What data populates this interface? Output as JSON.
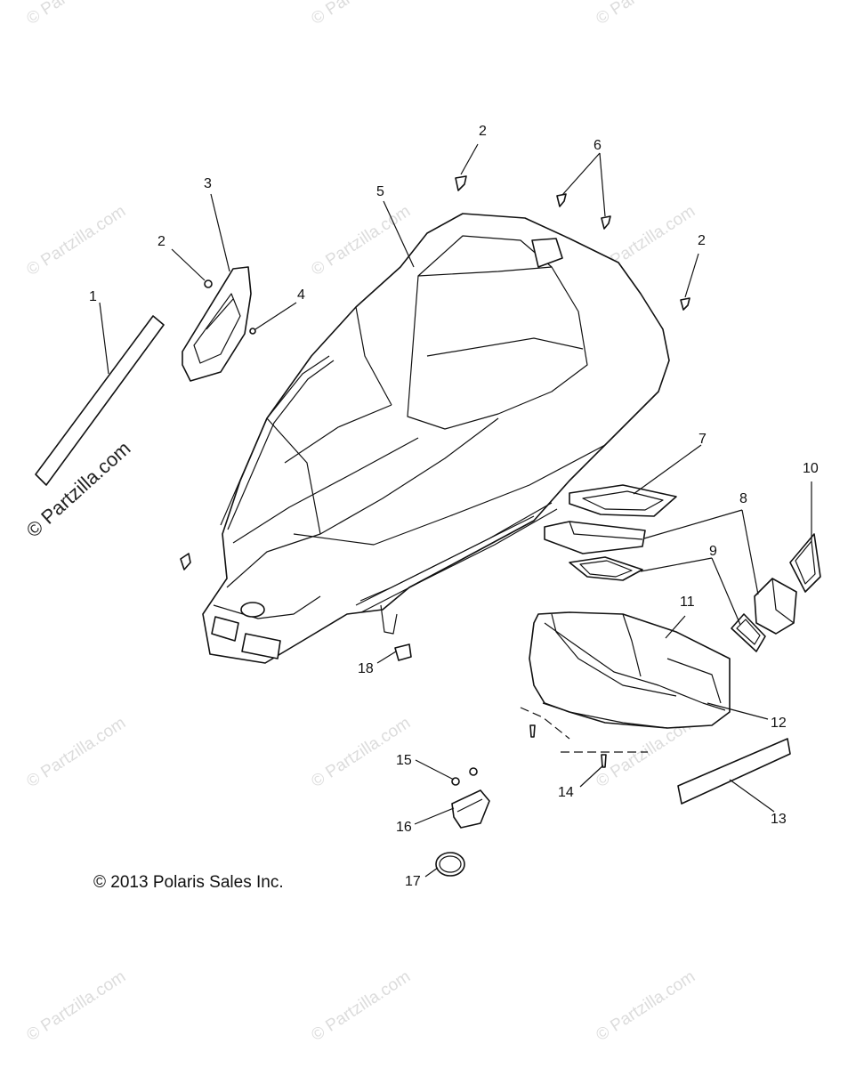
{
  "watermark": {
    "text": "© Partzilla.com",
    "prominent_text": "© Partzilla.com"
  },
  "copyright": "© 2013 Polaris Sales Inc.",
  "callouts": [
    "1",
    "2",
    "2",
    "2",
    "3",
    "4",
    "5",
    "6",
    "7",
    "8",
    "9",
    "10",
    "11",
    "12",
    "13",
    "14",
    "15",
    "16",
    "17",
    "18"
  ]
}
